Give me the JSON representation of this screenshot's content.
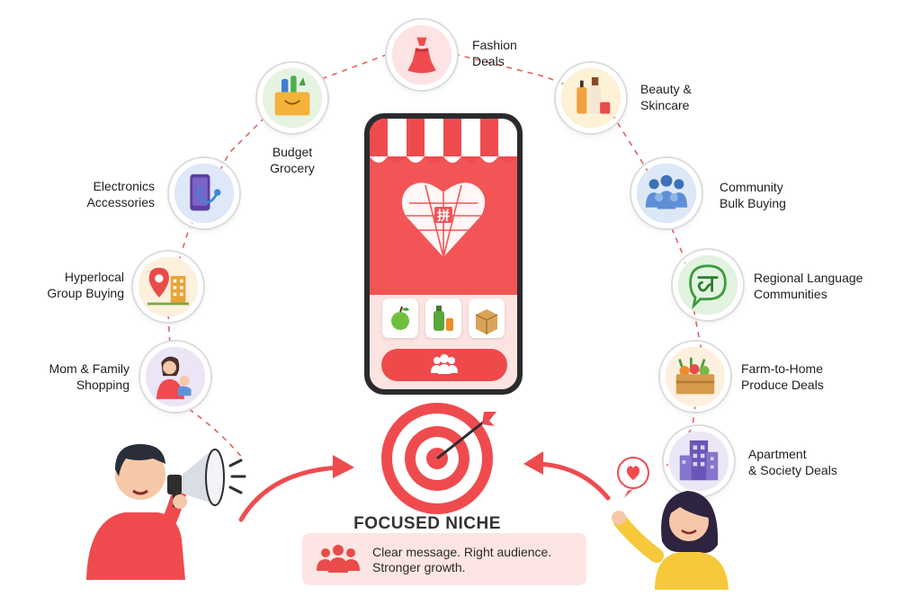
{
  "nodes": [
    {
      "id": "fashion",
      "lines": [
        "Fashion",
        "Deals"
      ],
      "icon": "dress-icon",
      "bg": "#fde3e3"
    },
    {
      "id": "beauty",
      "lines": [
        "Beauty &",
        "Skincare"
      ],
      "icon": "skincare-bottles-icon",
      "bg": "#fdf1d6"
    },
    {
      "id": "community",
      "lines": [
        "Community",
        "Bulk Buying"
      ],
      "icon": "group-people-icon",
      "bg": "#dde8f7"
    },
    {
      "id": "regional",
      "lines": [
        "Regional Language",
        "Communities"
      ],
      "icon": "hindi-speech-bubble-icon",
      "bg": "#e2f3e0"
    },
    {
      "id": "farm",
      "lines": [
        "Farm-to-Home",
        "Produce Deals"
      ],
      "icon": "produce-crate-icon",
      "bg": "#fdf0de"
    },
    {
      "id": "apartment",
      "lines": [
        "Apartment",
        "& Society Deals"
      ],
      "icon": "apartment-building-icon",
      "bg": "#ece7f7"
    },
    {
      "id": "mom",
      "lines": [
        "Mom & Family",
        "Shopping"
      ],
      "icon": "mother-child-icon",
      "bg": "#ece5f5"
    },
    {
      "id": "hyperlocal",
      "lines": [
        "Hyperlocal",
        "Group Buying"
      ],
      "icon": "location-pin-icon",
      "bg": "#fdf0dc"
    },
    {
      "id": "electronics",
      "lines": [
        "Electronics",
        "Accessories"
      ],
      "icon": "phone-earphones-icon",
      "bg": "#dfe8f8"
    },
    {
      "id": "grocery",
      "lines": [
        "Budget",
        "Grocery"
      ],
      "icon": "grocery-bag-icon",
      "bg": "#e6f3e1"
    }
  ],
  "center": {
    "title": "FOCUSED NICHE",
    "message_lines": [
      "Clear message. Right audience.",
      "Stronger growth."
    ],
    "app_icons": [
      "heart-logo-icon",
      "apple-icon",
      "bottle-icon",
      "box-icon",
      "group-button-icon"
    ],
    "target_icon": "target-icon"
  },
  "colors": {
    "accent": "#f04d4e",
    "link": "#e85a5a",
    "message_bg": "#fde5e3"
  }
}
